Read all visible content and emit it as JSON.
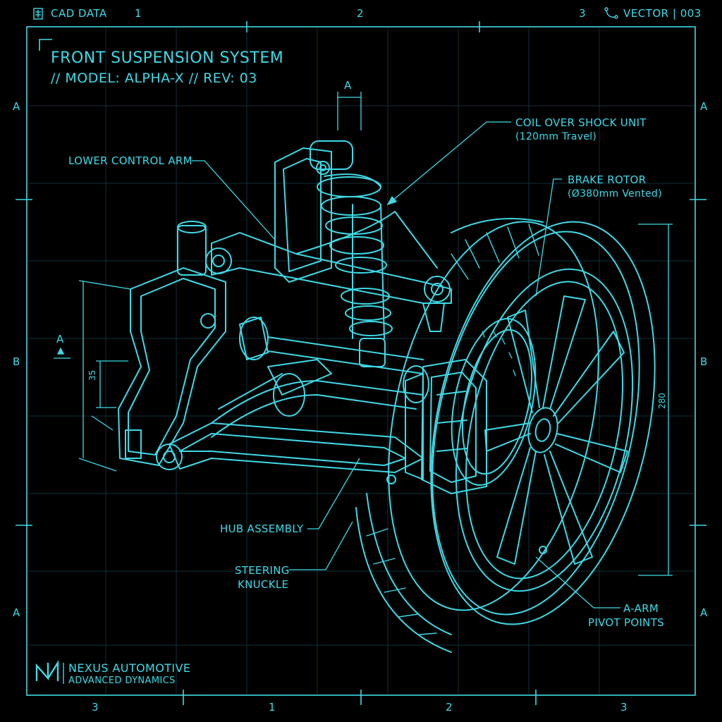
{
  "header": {
    "left_label": "CAD DATA",
    "left_icon": "document-grid-icon",
    "right_label": "VECTOR | 003",
    "right_icon": "curve-path-icon",
    "top_zones": [
      "1",
      "2",
      "3"
    ]
  },
  "frame": {
    "side_zones_left": [
      "A",
      "B",
      "A"
    ],
    "side_zones_right": [
      "A",
      "B",
      "A"
    ],
    "bottom_zones": [
      "3",
      "1",
      "2",
      "3"
    ]
  },
  "title": {
    "main": "FRONT SUSPENSION SYSTEM",
    "sub": "// MODEL: ALPHA-X // REV: 03"
  },
  "callouts": {
    "lower_control_arm": "LOWER CONTROL ARM",
    "coilover": "COIL OVER SHOCK UNIT",
    "coilover_detail": "(120mm Travel)",
    "brake_rotor": "BRAKE ROTOR",
    "brake_rotor_detail": "(Ø380mm Vented)",
    "hub_assembly": "HUB ASSEMBLY",
    "steering_knuckle_1": "STEERING",
    "steering_knuckle_2": "KNUCKLE",
    "a_arm_1": "A-ARM",
    "a_arm_2": "PIVOT POINTS"
  },
  "dimensions": {
    "section_top": "A",
    "section_left": "A",
    "dim_left": "35",
    "dim_right": "280"
  },
  "brand": {
    "name": "NEXUS AUTOMOTIVE",
    "tagline": "ADVANCED DYNAMICS",
    "logo_icon": "nexus-logo-icon"
  },
  "colors": {
    "background": "#000000",
    "line": "#3fd9e6",
    "grid": "#12363b"
  }
}
